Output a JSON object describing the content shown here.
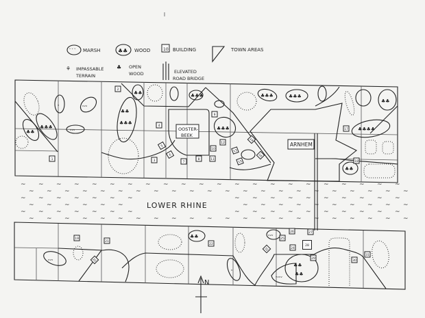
{
  "legend": {
    "marsh": "MARSH",
    "wood": "WOOD",
    "building": "BUILDING",
    "building_sample": "10",
    "town_areas": "TOWN AREAS",
    "impassable_line1": "IMPASSABLE",
    "impassable_line2": "TERRAIN",
    "open_wood_line1": "OPEN",
    "open_wood_line2": "WOOD",
    "bridge_line1": "ELEVATED",
    "bridge_line2": "ROAD BRIDGE"
  },
  "places": {
    "oosterbeek_line1": "OOSTER-",
    "oosterbeek_line2": "BEEK",
    "arnhem": "ARNHEM",
    "river": "LOWER RHINE",
    "north": "N"
  },
  "buildings": [
    "1",
    "2",
    "3",
    "4",
    "5",
    "6",
    "7",
    "8",
    "9",
    "10",
    "11",
    "12",
    "13",
    "14",
    "15",
    "16",
    "17",
    "18",
    "19",
    "20",
    "21",
    "22",
    "24",
    "25",
    "26",
    "27",
    "28",
    "29",
    "30",
    "31",
    "32"
  ],
  "colors": {
    "ink": "#222222",
    "paper": "#f4f4f2"
  }
}
